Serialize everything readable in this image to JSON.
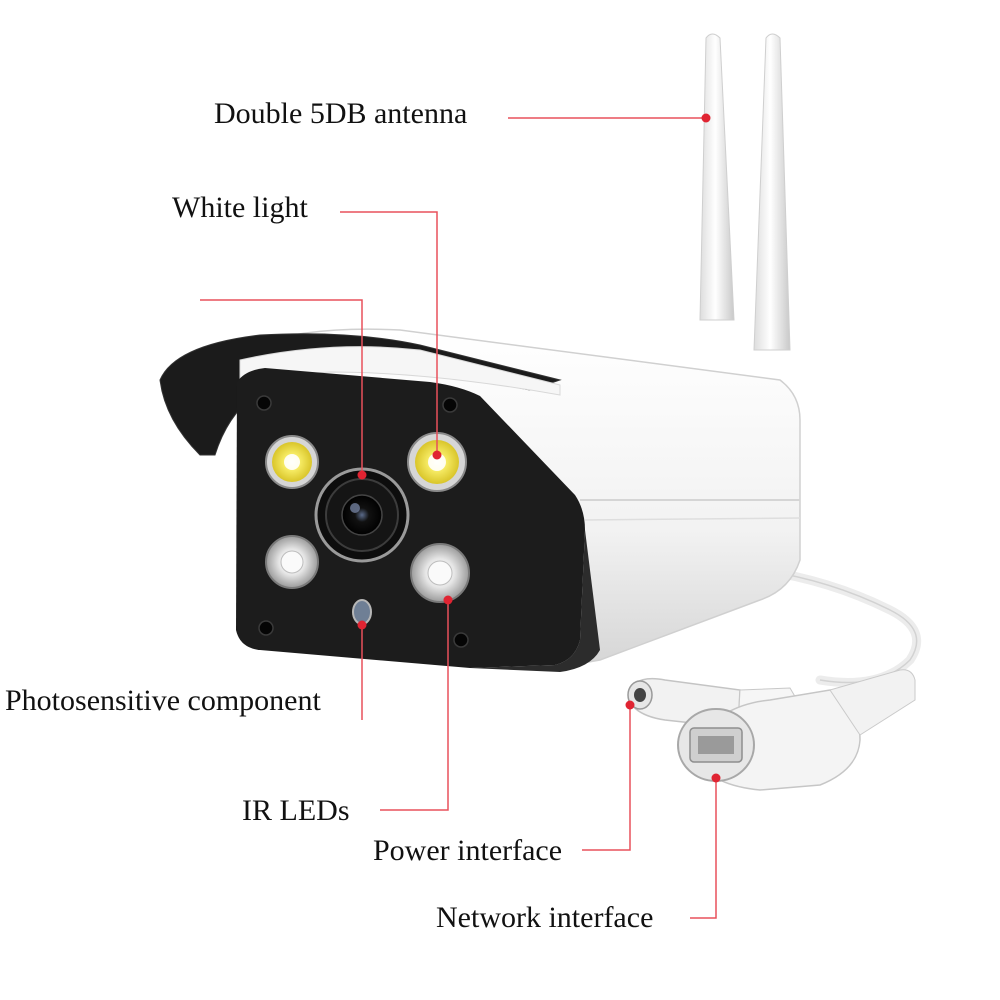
{
  "colors": {
    "background": "#ffffff",
    "callout_line": "#e8505b",
    "callout_dot": "#e02432",
    "camera_body": "#f4f4f4",
    "camera_face": "#1c1c1c",
    "led_warm": "#f4e23a",
    "led_ir": "#dcdcdc"
  },
  "callouts": {
    "antenna": "Double 5DB antenna",
    "white_light": "White light",
    "photosensitive": "Photosensitive component",
    "ir_leds": "IR LEDs",
    "power": "Power interface",
    "network": "Network interface"
  },
  "icons": [
    "antenna-icon",
    "lens-icon",
    "white-light-led-icon",
    "ir-led-icon",
    "photosensor-icon",
    "power-jack-icon",
    "ethernet-port-icon"
  ]
}
